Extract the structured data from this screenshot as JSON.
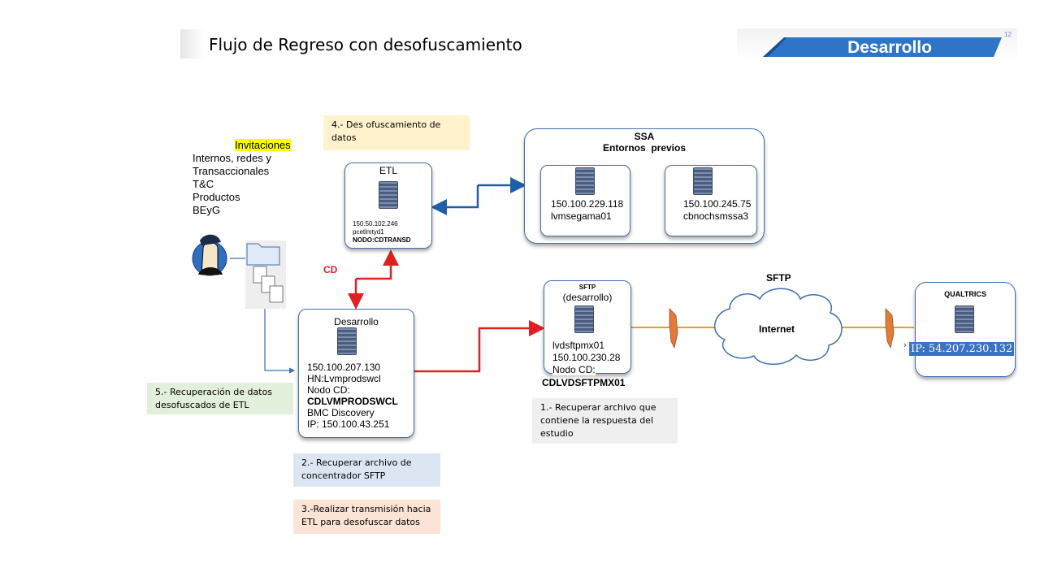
{
  "header": {
    "title": "Flujo de Regreso con desofuscamiento",
    "brand": "Desarrollo",
    "page_number": "12"
  },
  "invitations": {
    "heading": "Invitaciones",
    "lines": [
      "Internos, redes y",
      "Transaccionales",
      "T&C",
      "Productos",
      "BEyG"
    ]
  },
  "etl": {
    "title": "ETL",
    "ip": "150.50.102.246",
    "host": "pcetlmtyd1",
    "node": "NODO:CDTRANSD"
  },
  "ssa": {
    "title": "SSA",
    "subtitle": "Entornos  previos",
    "server1": {
      "ip": "150.100.229.118",
      "host": "lvmsegama01"
    },
    "server2": {
      "ip": "150.100.245.75",
      "host": "cbnochsmssa3"
    }
  },
  "desarrollo": {
    "title": "Desarrollo",
    "lines": [
      "150.100.207.130",
      "HN:Lvmprodswcl",
      "Nodo CD:"
    ],
    "node": "CDLVMPRODSWCL",
    "lines2": [
      "BMC Discovery",
      "IP: 150.100.43.251"
    ]
  },
  "sftp_node": {
    "title": "SFTP",
    "subtitle": "(desarrollo)",
    "host": "lvdsftpmx01",
    "ip": "150.100.230.28",
    "node_label": "Nodo CD:",
    "node": "CDLVDSFTPMX01"
  },
  "labels": {
    "cd": "CD",
    "sftp": "SFTP",
    "internet": "Internet"
  },
  "qualtrics": {
    "title": "QUALTRICS",
    "ip": "IP: 54.207.230.132",
    "marker": "›"
  },
  "notes": {
    "step1": "1.- Recuperar archivo que contiene la respuesta del estudio",
    "step2": "2.- Recuperar archivo de concentrador SFTP",
    "step3": "3.-Realizar transmisión hacia ETL  para desofuscar datos",
    "step4": "4.- Des ofuscamiento de datos",
    "step5": "5.- Recuperación de datos desofuscados de ETL"
  },
  "colors": {
    "node_border": "#3f6fb0",
    "red_arrow": "#e02020",
    "blue_arrow": "#1f5fa8",
    "orange_link": "#e8a020",
    "note1": "#efefef",
    "note2": "#dce6f2",
    "note3": "#fbe4d5",
    "note4": "#fff2cc",
    "note5": "#e2efda",
    "brand": "#2e75c8",
    "highlight": "#ffff00"
  }
}
